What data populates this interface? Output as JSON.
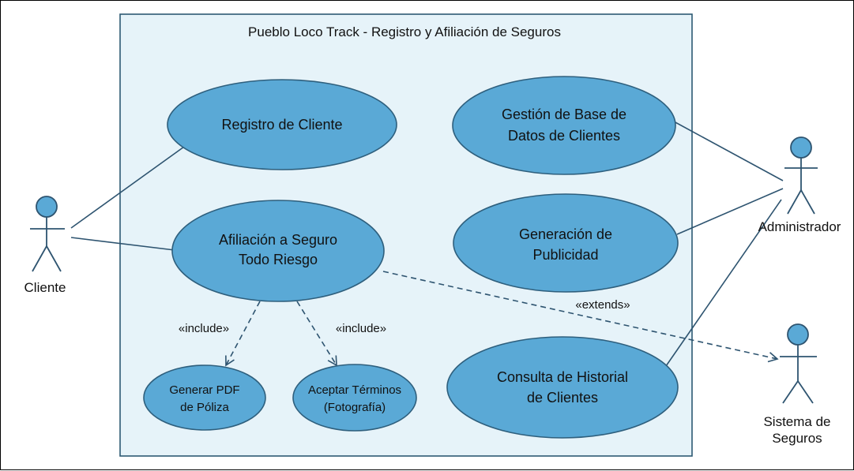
{
  "diagram": {
    "type": "uml-use-case",
    "title": "Pueblo Loco Track - Registro y Afiliación de Seguros",
    "colors": {
      "system_fill": "#e6f3f9",
      "system_border": "#2d5a73",
      "usecase_fill": "#5aa9d6",
      "usecase_border": "#2e5f7d",
      "actor_fill": "#5aa9d6",
      "line": "#2e5470"
    },
    "actors": {
      "cliente": "Cliente",
      "administrador": "Administrador",
      "sistema_line1": "Sistema de",
      "sistema_line2": "Seguros"
    },
    "use_cases": {
      "registro": [
        "Registro de Cliente"
      ],
      "afiliacion": [
        "Afiliación a Seguro",
        "Todo Riesgo"
      ],
      "gestion": [
        "Gestión de Base de",
        "Datos de Clientes"
      ],
      "publicidad": [
        "Generación de",
        "Publicidad"
      ],
      "consulta": [
        "Consulta de Historial",
        "de Clientes"
      ],
      "pdf": [
        "Generar PDF",
        "de Póliza"
      ],
      "terminos": [
        "Aceptar Términos",
        "(Fotografía)"
      ]
    },
    "relations": {
      "include1": "«include»",
      "include2": "«include»",
      "extends": "«extends»"
    }
  }
}
